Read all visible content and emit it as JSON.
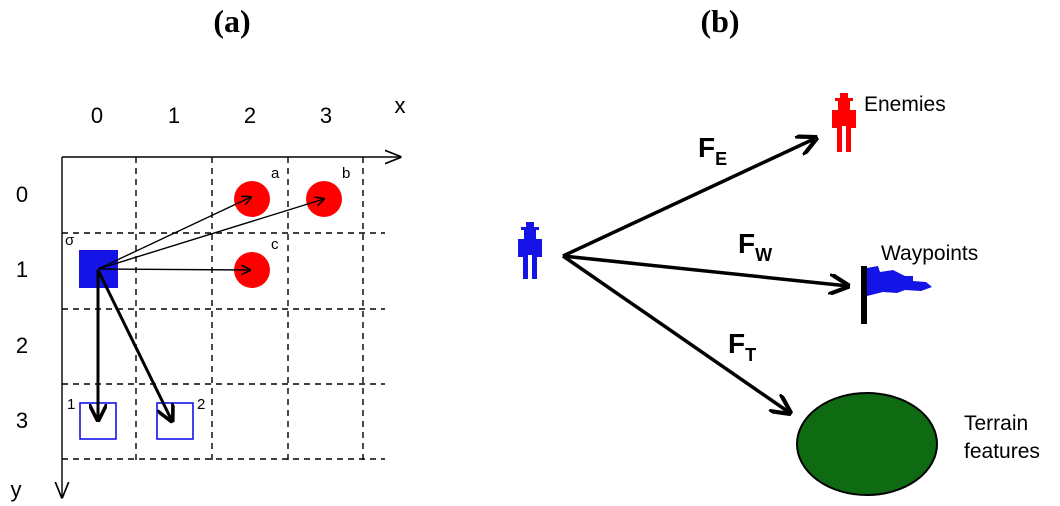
{
  "panels": {
    "a_label": "(a)",
    "b_label": "(b)"
  },
  "grid": {
    "x_axis": "x",
    "y_axis": "y",
    "x_ticks": [
      "0",
      "1",
      "2",
      "3"
    ],
    "y_ticks": [
      "0",
      "1",
      "2",
      "3"
    ],
    "agent_label": "σ",
    "enemy_labels": [
      "a",
      "b",
      "c"
    ],
    "candidate_labels": [
      "1",
      "2"
    ]
  },
  "forces": {
    "fe_main": "F",
    "fe_sub": "E",
    "fw_main": "F",
    "fw_sub": "W",
    "ft_main": "F",
    "ft_sub": "T"
  },
  "targets": {
    "enemies": "Enemies",
    "waypoints": "Waypoints",
    "terrain_line1": "Terrain",
    "terrain_line2": "features"
  },
  "colors": {
    "agent": "#1414e6",
    "enemy": "#ff0000",
    "terrain": "#0f6b12",
    "ink": "#000000"
  }
}
